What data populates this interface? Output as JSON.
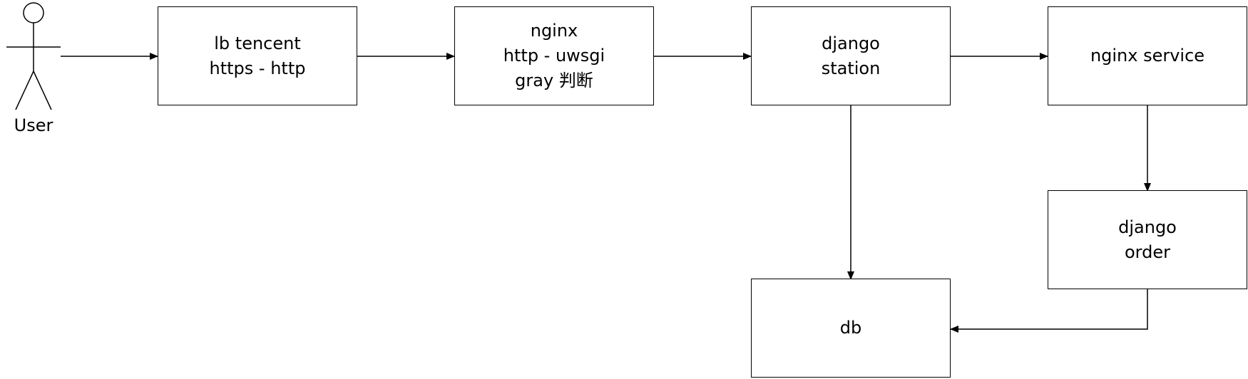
{
  "actor": {
    "label": "User"
  },
  "nodes": {
    "lb": {
      "lines": [
        "lb tencent",
        "https - http"
      ]
    },
    "nginx": {
      "lines": [
        "nginx",
        "http - uwsgi",
        "gray 判断"
      ]
    },
    "django_station": {
      "lines": [
        "django",
        "station"
      ]
    },
    "nginx_service": {
      "lines": [
        "nginx service"
      ]
    },
    "django_order": {
      "lines": [
        "django",
        "order"
      ]
    },
    "db": {
      "lines": [
        "db"
      ]
    }
  },
  "colors": {
    "stroke": "#000000",
    "fill": "#ffffff",
    "text": "#000000"
  }
}
